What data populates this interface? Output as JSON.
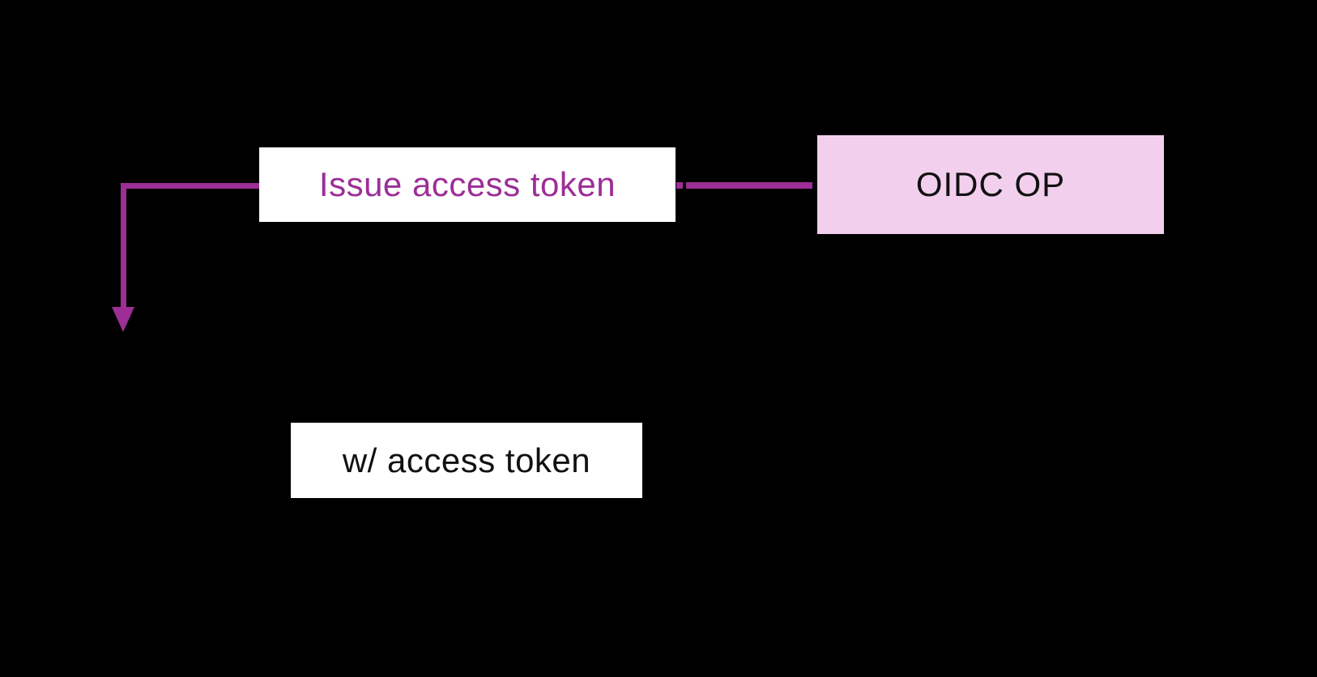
{
  "diagram": {
    "background_color": "#000000",
    "accent_color": "#9c2e96",
    "nodes": [
      {
        "id": "issue-access-token",
        "label": "Issue access token",
        "fill": "#ffffff",
        "text_color": "#9c2e96"
      },
      {
        "id": "oidc-op",
        "label": "OIDC OP",
        "fill": "#f2d0ed",
        "text_color": "#111111"
      },
      {
        "id": "w-access-token",
        "label": "w/ access token",
        "fill": "#ffffff",
        "text_color": "#111111"
      }
    ],
    "connectors": [
      {
        "id": "oidc-to-issue-line",
        "from": "oidc-op",
        "to": "issue-access-token",
        "style": "dashed-start",
        "color": "#9c2e96"
      },
      {
        "id": "issue-elbow-arrow",
        "from": "issue-access-token",
        "direction": "left-then-down",
        "arrowhead": "down",
        "color": "#9c2e96"
      }
    ]
  }
}
